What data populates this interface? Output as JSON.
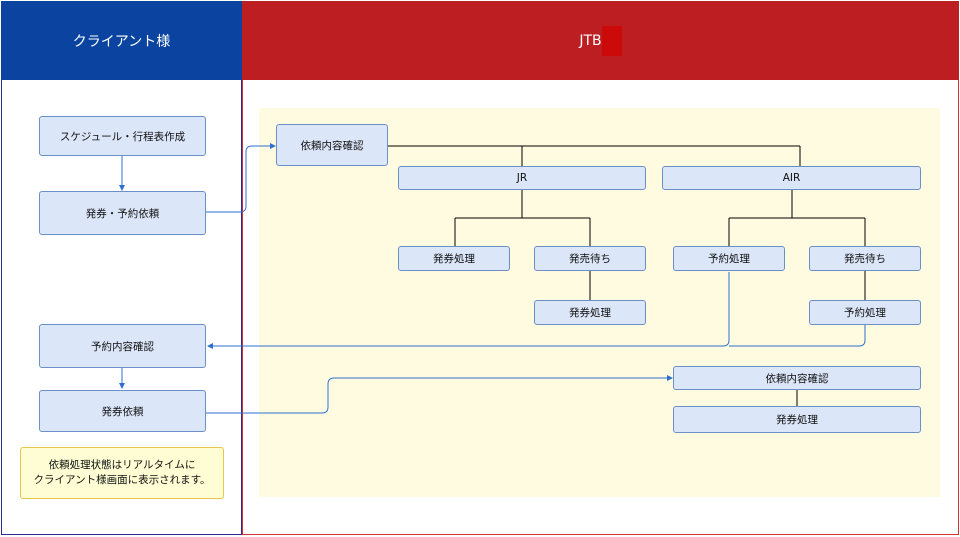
{
  "lanes": {
    "client": "クライアント様",
    "jtb": "JTB"
  },
  "left": {
    "schedule": "スケジュール・行程表作成",
    "issue_reserve": "発券・予約依頼",
    "reserve_confirm": "予約内容確認",
    "issue_request": "発券依頼",
    "note_line1": "依頼処理状態はリアルタイムに",
    "note_line2": "クライアント様画面に表示されます。"
  },
  "right": {
    "request_confirm": "依頼内容確認",
    "jr": "JR",
    "air": "AIR",
    "jr_issue": "発券処理",
    "jr_wait": "発売待ち",
    "jr_wait_issue": "発券処理",
    "air_reserve": "予約処理",
    "air_wait": "発売待ち",
    "air_wait_reserve": "予約処理",
    "request_confirm2": "依頼内容確認",
    "issue_process": "発券処理"
  },
  "colors": {
    "client_header": "#0a44a0",
    "jtb_header": "#bd1e22",
    "box_fill": "#dbe6f8",
    "box_border": "#6d8fc8",
    "arrow": "#2f6fd0",
    "highlight_area": "#fffbe0"
  }
}
